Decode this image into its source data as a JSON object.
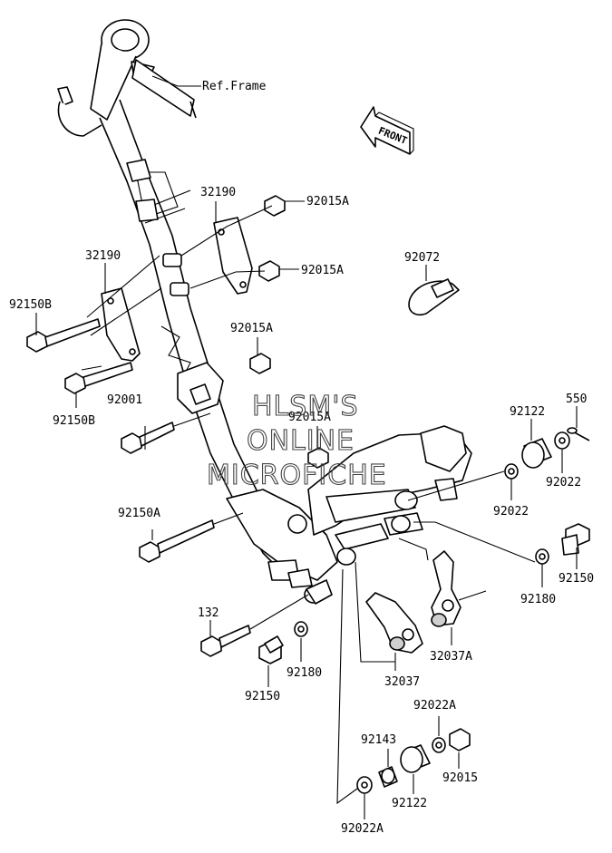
{
  "diagram": {
    "ref_label": "Ref.Frame",
    "front_label": "FRONT",
    "watermark": [
      "HLSM'S",
      "ONLINE",
      "MICROFICHE"
    ],
    "labels": [
      {
        "id": "p32190-top",
        "text": "32190"
      },
      {
        "id": "p92015A-1",
        "text": "92015A"
      },
      {
        "id": "p92015A-2",
        "text": "92015A"
      },
      {
        "id": "p32190-left",
        "text": "32190"
      },
      {
        "id": "p92150B-1",
        "text": "92150B"
      },
      {
        "id": "p92015A-3",
        "text": "92015A"
      },
      {
        "id": "p92150B-2",
        "text": "92150B"
      },
      {
        "id": "p92001",
        "text": "92001"
      },
      {
        "id": "p92015A-4",
        "text": "92015A"
      },
      {
        "id": "p92072",
        "text": "92072"
      },
      {
        "id": "p550",
        "text": "550"
      },
      {
        "id": "p92122-1",
        "text": "92122"
      },
      {
        "id": "p92022-1",
        "text": "92022"
      },
      {
        "id": "p92022-2",
        "text": "92022"
      },
      {
        "id": "p92150A",
        "text": "92150A"
      },
      {
        "id": "p92150-r",
        "text": "92150"
      },
      {
        "id": "p92180-r",
        "text": "92180"
      },
      {
        "id": "p132",
        "text": "132"
      },
      {
        "id": "p32037A",
        "text": "32037A"
      },
      {
        "id": "p92180-c",
        "text": "92180"
      },
      {
        "id": "p32037",
        "text": "32037"
      },
      {
        "id": "p92150-c",
        "text": "92150"
      },
      {
        "id": "p92022A-1",
        "text": "92022A"
      },
      {
        "id": "p92143",
        "text": "92143"
      },
      {
        "id": "p92015",
        "text": "92015"
      },
      {
        "id": "p92122-2",
        "text": "92122"
      },
      {
        "id": "p92022A-2",
        "text": "92022A"
      }
    ]
  }
}
